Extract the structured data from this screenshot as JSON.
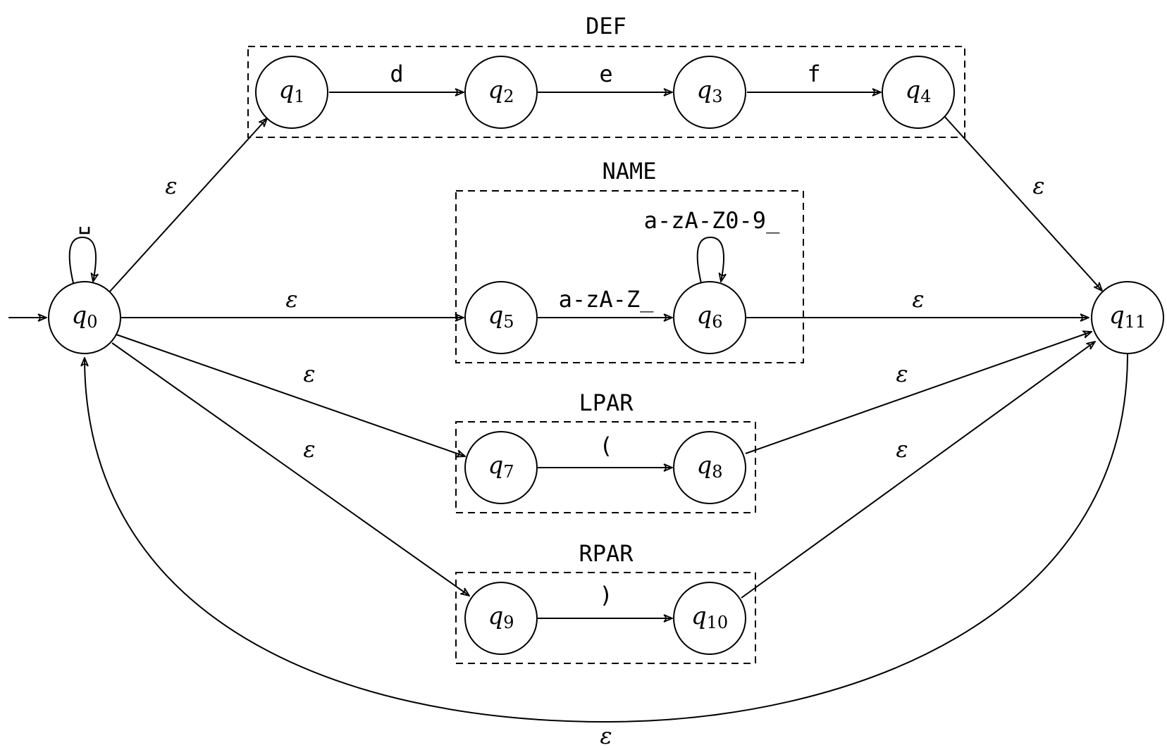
{
  "groups": {
    "def": "DEF",
    "name": "NAME",
    "lpar": "LPAR",
    "rpar": "RPAR"
  },
  "states": {
    "q0": {
      "base": "q",
      "sub": "0"
    },
    "q1": {
      "base": "q",
      "sub": "1"
    },
    "q2": {
      "base": "q",
      "sub": "2"
    },
    "q3": {
      "base": "q",
      "sub": "3"
    },
    "q4": {
      "base": "q",
      "sub": "4"
    },
    "q5": {
      "base": "q",
      "sub": "5"
    },
    "q6": {
      "base": "q",
      "sub": "6"
    },
    "q7": {
      "base": "q",
      "sub": "7"
    },
    "q8": {
      "base": "q",
      "sub": "8"
    },
    "q9": {
      "base": "q",
      "sub": "9"
    },
    "q10": {
      "base": "q",
      "sub": "10"
    },
    "q11": {
      "base": "q",
      "sub": "11"
    }
  },
  "edges": {
    "q0_loop": "␣",
    "q0_q1": "ε",
    "q0_q5": "ε",
    "q0_q7": "ε",
    "q0_q9": "ε",
    "q1_q2": "d",
    "q2_q3": "e",
    "q3_q4": "f",
    "q5_q6": "a-zA-Z_",
    "q6_loop": "a-zA-Z0-9_",
    "q7_q8": "(",
    "q9_q10": ")",
    "q4_q11": "ε",
    "q6_q11": "ε",
    "q8_q11": "ε",
    "q10_q11": "ε",
    "q11_q0": "ε"
  }
}
